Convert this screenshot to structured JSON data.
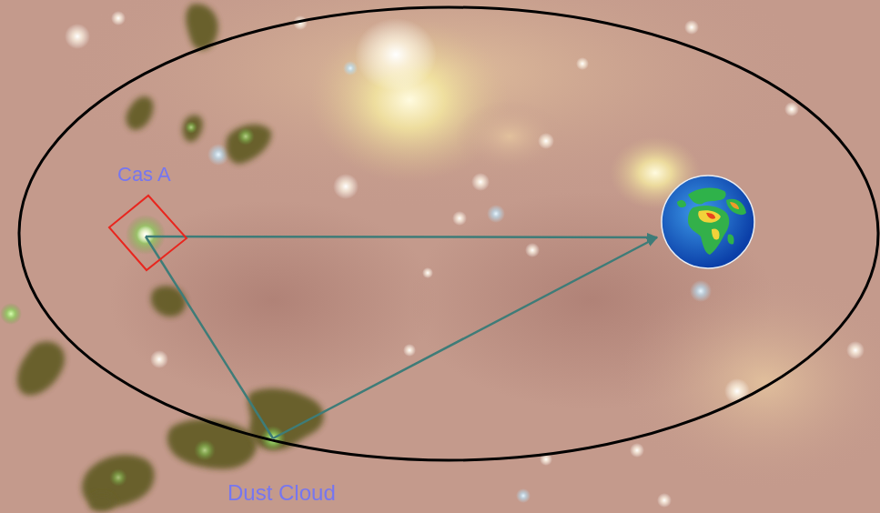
{
  "diagram": {
    "nodes": [
      {
        "text": [
          "Cas A"
        ]
      },
      {
        "text": []
      },
      {
        "text": [
          "Dust Cloud"
        ]
      }
    ],
    "edges": [
      {
        "from": 0,
        "to": 1,
        "arrow": "to"
      },
      {
        "from": 0,
        "to": 2,
        "arrow": "none"
      },
      {
        "from": 2,
        "to": 1,
        "arrow": "to"
      }
    ]
  }
}
